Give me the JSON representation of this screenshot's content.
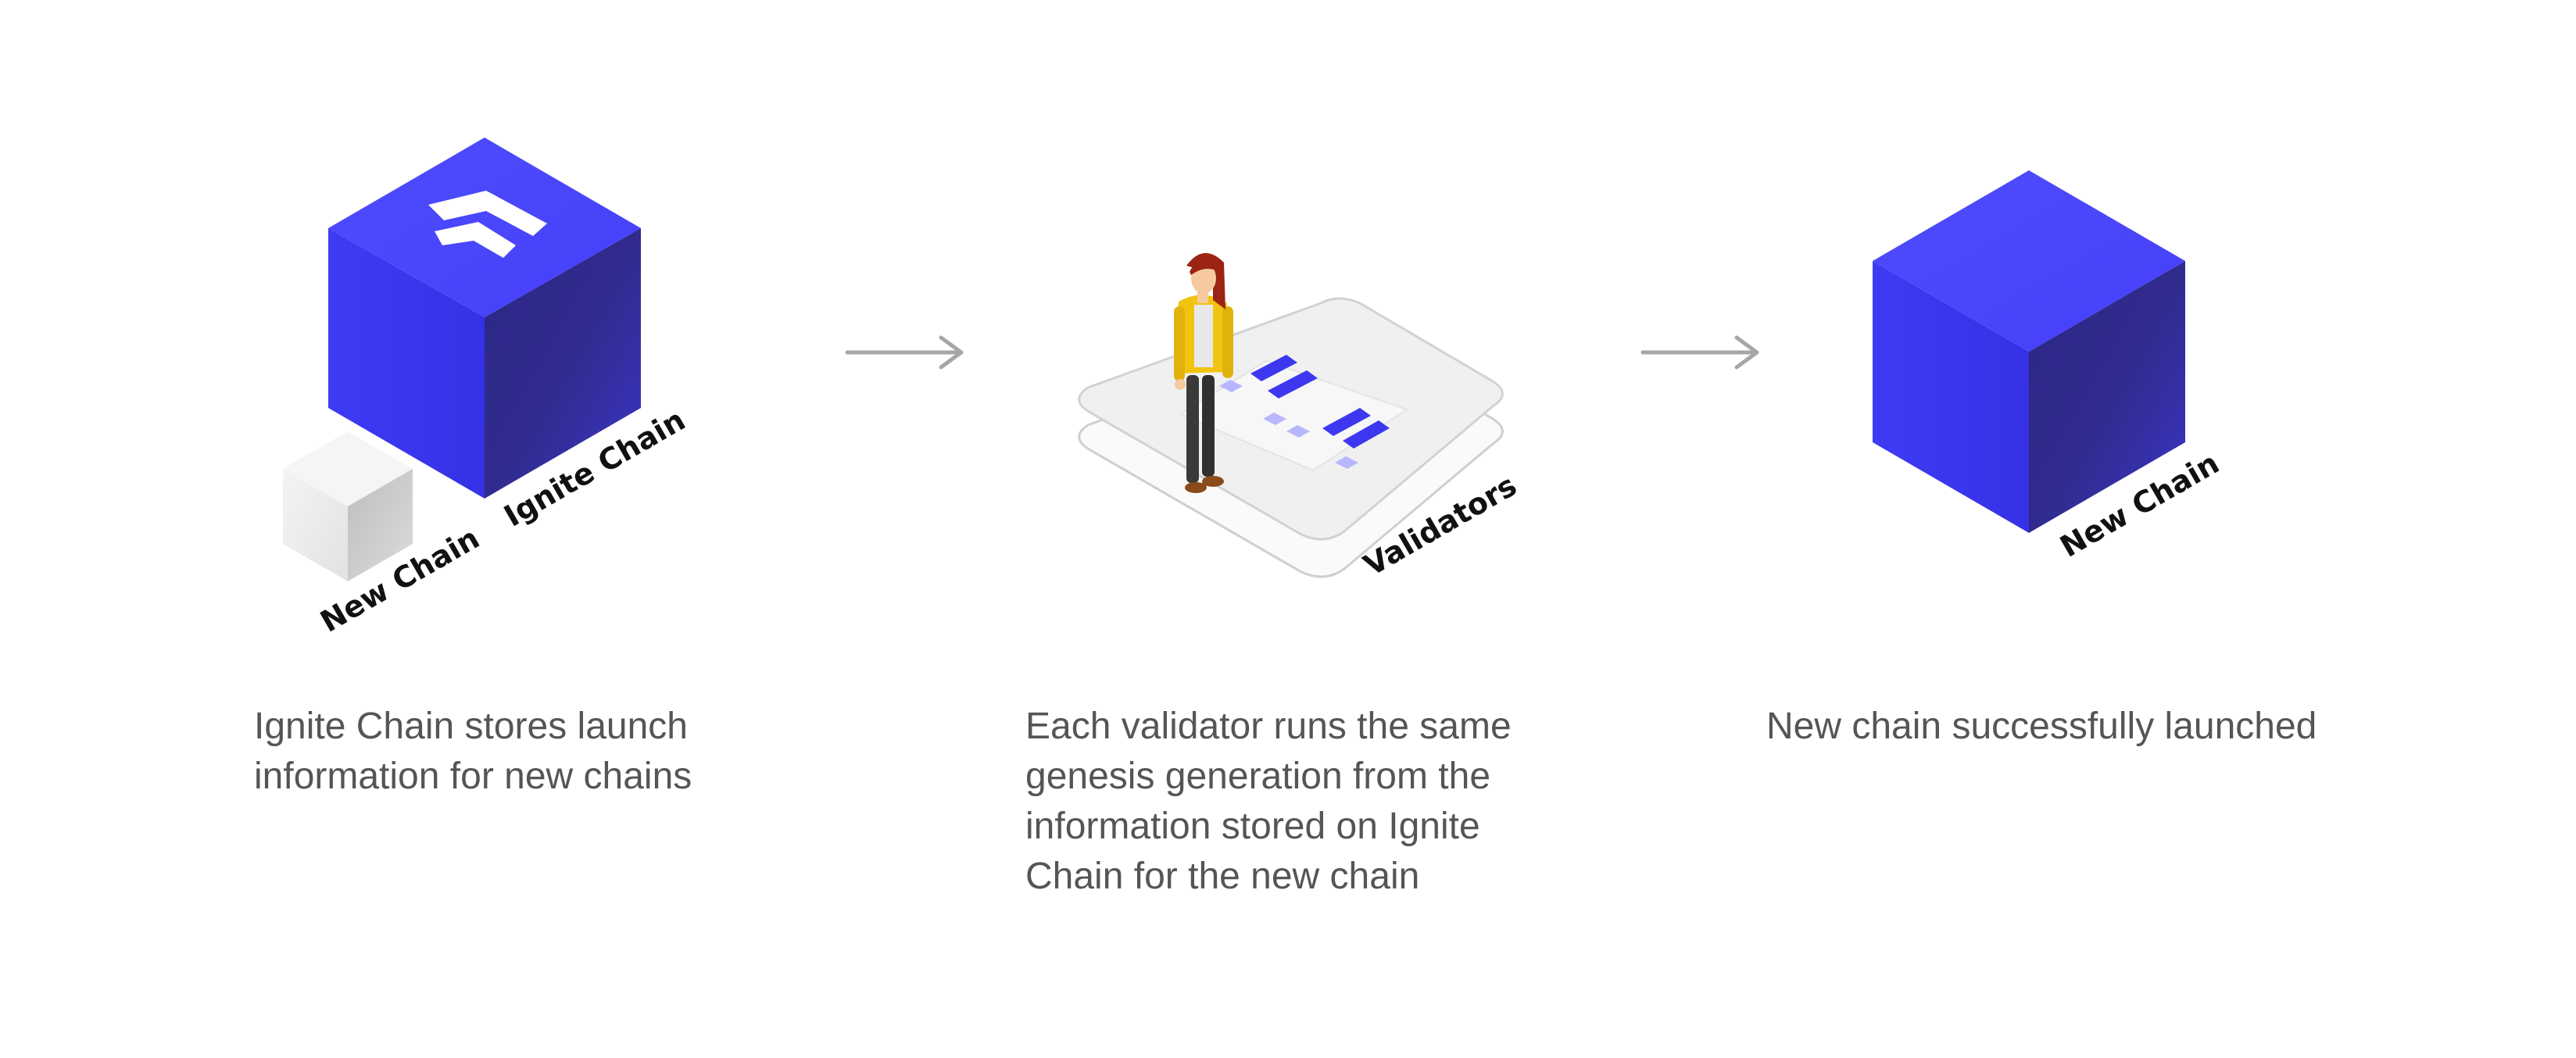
{
  "steps": [
    {
      "labels": {
        "main_block": "Ignite Chain",
        "small_block": "New Chain"
      },
      "caption": "Ignite Chain stores launch information for new chains",
      "icon": "ignite-logo-icon"
    },
    {
      "labels": {
        "platform": "Validators"
      },
      "caption": "Each validator runs the same genesis generation from the information stored on Ignite Chain for the new chain",
      "icon": "validator-person-icon"
    },
    {
      "labels": {
        "main_block": "New Chain"
      },
      "caption": "New chain successfully launched"
    }
  ],
  "arrows": [
    "arrow-right-icon",
    "arrow-right-icon"
  ],
  "colors": {
    "cube_top": "#4a47ff",
    "cube_left": "#3c37f2",
    "cube_right": "#2f2a8f",
    "new_chain_cube": "#e6e6e6",
    "arrow": "#a6a6a6",
    "caption_text": "#555555",
    "jacket": "#f1c40f"
  }
}
